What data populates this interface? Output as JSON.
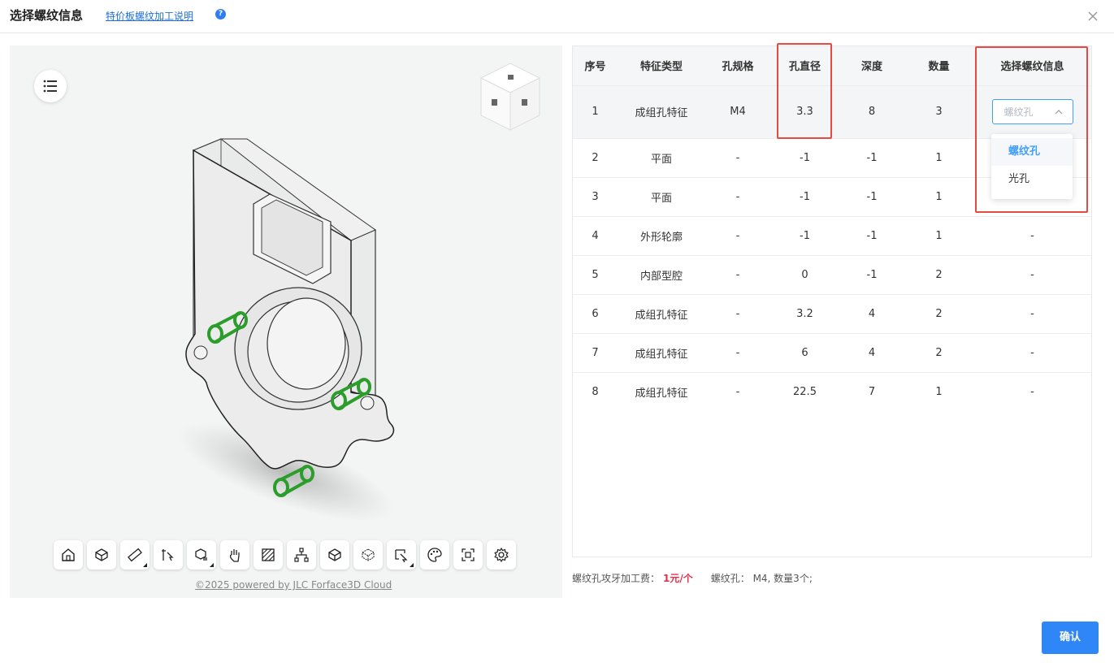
{
  "header": {
    "title": "选择螺纹信息",
    "help_link": "特价板螺纹加工说明",
    "help_icon": "?"
  },
  "viewer": {
    "powered_by": "©2025 powered by JLC Forface3D Cloud",
    "toolbar_icons": [
      "home-icon",
      "view-cube-icon",
      "measure-icon",
      "select-feature-icon",
      "section-view-icon",
      "pan-hand-icon",
      "hatch-icon",
      "structure-tree-icon",
      "shaded-icon",
      "wireframe-icon",
      "pick-icon",
      "palette-icon",
      "fit-screen-icon",
      "settings-icon"
    ]
  },
  "table": {
    "columns": [
      "序号",
      "特征类型",
      "孔规格",
      "孔直径",
      "深度",
      "数量",
      "选择螺纹信息"
    ],
    "rows": [
      {
        "no": "1",
        "type": "成组孔特征",
        "spec": "M4",
        "dia": "3.3",
        "depth": "8",
        "qty": "3",
        "thread": ""
      },
      {
        "no": "2",
        "type": "平面",
        "spec": "-",
        "dia": "-1",
        "depth": "-1",
        "qty": "1",
        "thread": ""
      },
      {
        "no": "3",
        "type": "平面",
        "spec": "-",
        "dia": "-1",
        "depth": "-1",
        "qty": "1",
        "thread": ""
      },
      {
        "no": "4",
        "type": "外形轮廓",
        "spec": "-",
        "dia": "-1",
        "depth": "-1",
        "qty": "1",
        "thread": "-"
      },
      {
        "no": "5",
        "type": "内部型腔",
        "spec": "-",
        "dia": "0",
        "depth": "-1",
        "qty": "2",
        "thread": "-"
      },
      {
        "no": "6",
        "type": "成组孔特征",
        "spec": "-",
        "dia": "3.2",
        "depth": "4",
        "qty": "2",
        "thread": "-"
      },
      {
        "no": "7",
        "type": "成组孔特征",
        "spec": "-",
        "dia": "6",
        "depth": "4",
        "qty": "2",
        "thread": "-"
      },
      {
        "no": "8",
        "type": "成组孔特征",
        "spec": "-",
        "dia": "22.5",
        "depth": "7",
        "qty": "1",
        "thread": "-"
      }
    ],
    "select_placeholder": "螺纹孔",
    "dropdown_options": [
      "螺纹孔",
      "光孔"
    ],
    "dropdown_active": "螺纹孔"
  },
  "footer": {
    "fee_label": "螺纹孔攻牙加工费：",
    "fee_price": "1元/个",
    "summary": "螺纹孔： M4, 数量3个;",
    "confirm": "确认"
  },
  "colors": {
    "accent": "#2f86f6",
    "highlight": "#e44b43",
    "price": "#e5304a",
    "hole_green": "#2a9d2a"
  }
}
